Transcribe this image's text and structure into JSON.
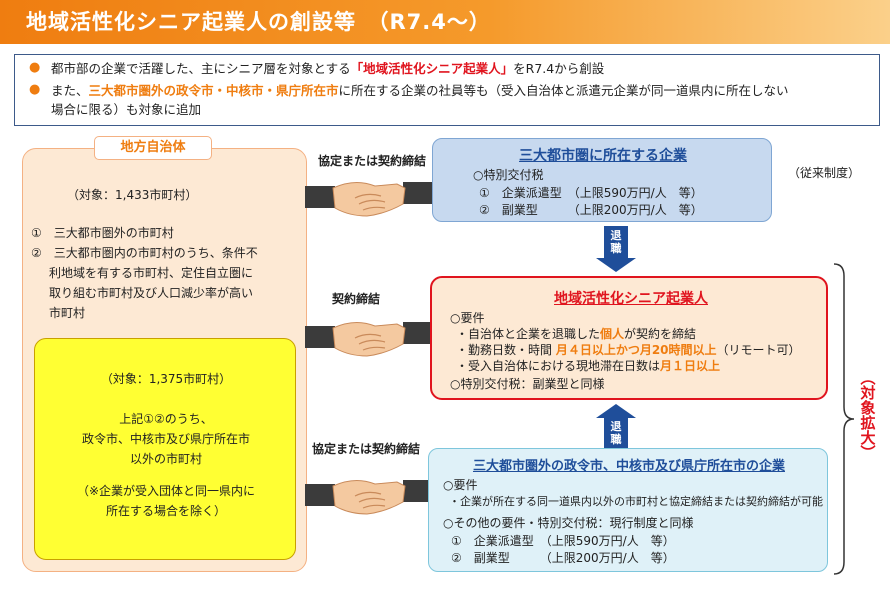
{
  "title": "地域活性化シニア起業人の創設等　（R7.4～）",
  "summary": {
    "line1_pre": "都市部の企業で活躍した、主にシニア層を対象とする",
    "line1_highlight": "「地域活性化シニア起業人」",
    "line1_post": "をR7.4から創設",
    "line2_pre": "また、",
    "line2_highlight": "三大都市圏外の政令市・中核市・県庁所在市",
    "line2_post": "に所在する企業の社員等も（受入自治体と派遣元企業が同一道県内に所在しない",
    "line3": "場合に限る）も対象に追加"
  },
  "gov": {
    "label": "地方自治体",
    "target1": "（対象：1,433市町村）",
    "item1": "①　三大都市圏外の市町村",
    "item2a": "②　三大都市圏内の市町村のうち、条件不",
    "item2b": "利地域を有する市町村、定住自立圏に",
    "item2c": "取り組む市町村及び人口減少率が高い",
    "item2d": "市町村",
    "yellow": {
      "target2": "（対象：1,375市町村）",
      "desc1": "上記①②のうち、",
      "desc2": "政令市、中核市及び県庁所在市",
      "desc3": "以外の市町村",
      "note1": "（※企業が受入団体と同一県内に",
      "note2": "所在する場合を除く）"
    }
  },
  "agreements": {
    "top": "協定または契約締結",
    "middle": "契約締結",
    "bottom": "協定または契約締結"
  },
  "top_company": {
    "title": "三大都市圏に所在する企業",
    "tax": "○特別交付税",
    "type1": "①　企業派遣型　（上限590万円/人　等）",
    "type2": "②　副業型　　　（上限200万円/人　等）",
    "conventional": "（従来制度）"
  },
  "retire": {
    "label1": "退",
    "label2": "職"
  },
  "entrepreneur": {
    "title": "地域活性化シニア起業人",
    "req": "○要件",
    "r1_pre": "・自治体と企業を退職した",
    "r1_hl": "個人",
    "r1_post": "が契約を締結",
    "r2_pre": "・勤務日数・時間 ",
    "r2_hl": "月４日以上かつ月20時間以上",
    "r2_post": "（リモート可）",
    "r3_pre": "・受入自治体における現地滞在日数は",
    "r3_hl": "月１日以上",
    "tax": "○特別交付税：副業型と同様"
  },
  "bottom_company": {
    "title": "三大都市圏外の政令市、中核市及び県庁所在市の企業",
    "req": "○要件",
    "r1": "・企業が所在する同一道県内以外の市町村と協定締結または契約締結が可能",
    "other": "○その他の要件・特別交付税：現行制度と同様",
    "type1": "①　企業派遣型　（上限590万円/人　等）",
    "type2": "②　副業型　　　（上限200万円/人　等）"
  },
  "expand": "（対象拡大）",
  "colors": {
    "accent": "#ef7d10",
    "red": "#e0141e",
    "navy": "#1f4e9a"
  }
}
